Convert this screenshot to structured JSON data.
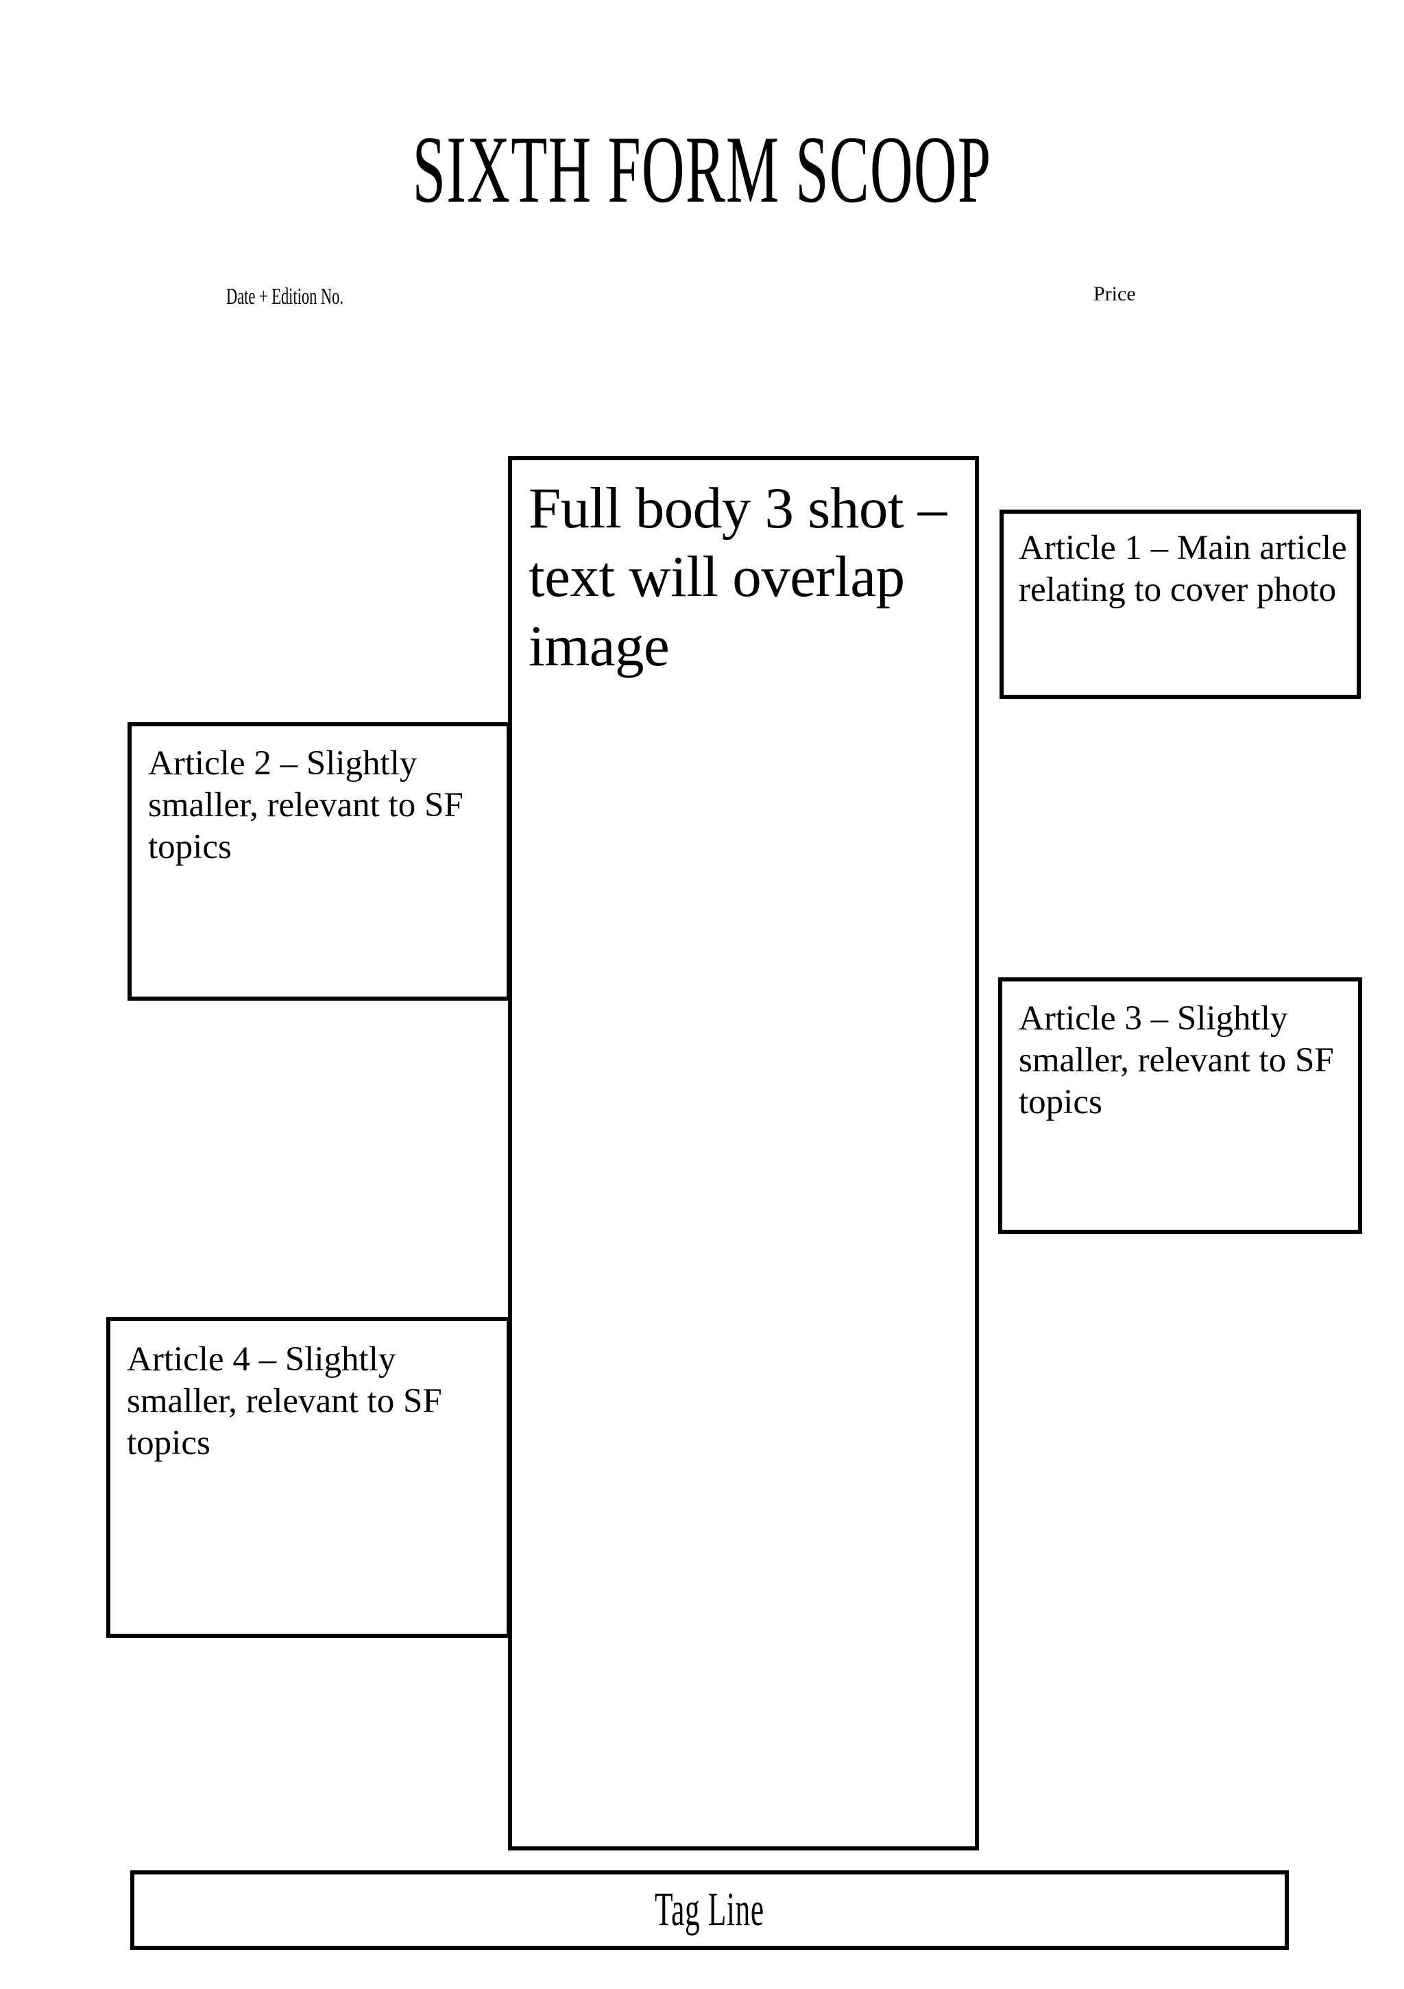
{
  "masthead": {
    "title": "SIXTH FORM SCOOP",
    "date_edition": "Date + Edition No.",
    "price": "Price"
  },
  "hero": {
    "name": "cover-photo-placeholder",
    "text": "Full body 3 shot – text will overlap image"
  },
  "articles": [
    {
      "id": "article-1",
      "text": "Article 1 – Main article relating to cover photo"
    },
    {
      "id": "article-2",
      "text": "Article 2 – Slightly smaller, relevant to SF topics"
    },
    {
      "id": "article-3",
      "text": "Article 3 – Slightly smaller, relevant to SF topics"
    },
    {
      "id": "article-4",
      "text": "Article 4 – Slightly smaller, relevant to SF topics"
    }
  ],
  "tagline": {
    "text": "Tag Line"
  },
  "colors": {
    "page_background": "#ffffff",
    "ink": "#000000",
    "box_border": "#000000"
  }
}
